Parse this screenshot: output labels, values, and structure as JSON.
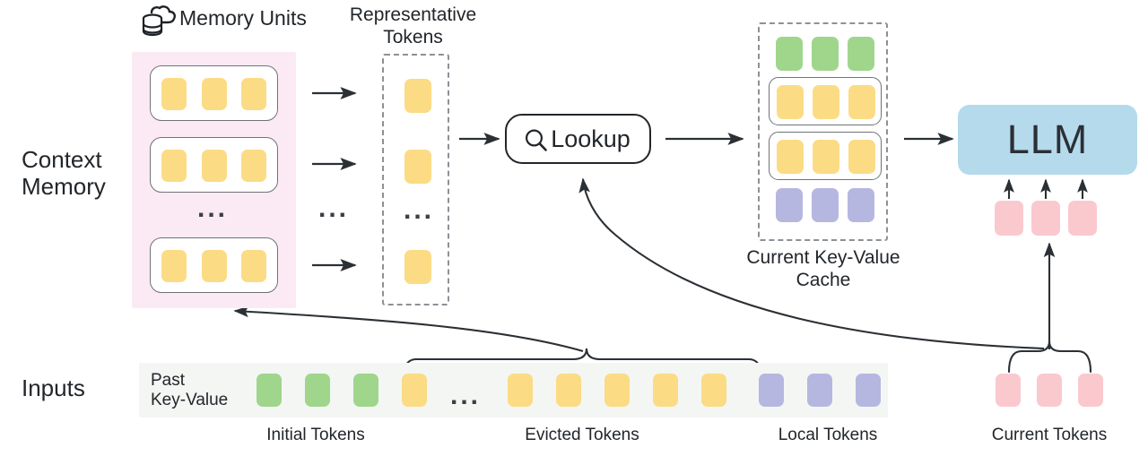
{
  "diagram": {
    "title_row": {
      "memory_units_label": "Memory Units",
      "memory_units_icon": "cloud-database-icon",
      "representative_tokens_label": "Representative\nTokens"
    },
    "row_labels": {
      "context_memory": "Context\nMemory",
      "inputs": "Inputs"
    },
    "context_memory": {
      "ellipsis": "...",
      "units": [
        {
          "id": "unit-1",
          "tokens": [
            "yellow",
            "yellow",
            "yellow"
          ]
        },
        {
          "id": "unit-2",
          "tokens": [
            "yellow",
            "yellow",
            "yellow"
          ]
        },
        {
          "id": "unit-3",
          "tokens": [
            "yellow",
            "yellow",
            "yellow"
          ]
        }
      ]
    },
    "representative_tokens": {
      "ellipsis": "...",
      "tokens": [
        "yellow",
        "yellow",
        "yellow"
      ],
      "between_ellipsis": "..."
    },
    "lookup": {
      "label": "Lookup",
      "icon": "magnifier-icon"
    },
    "kv_cache": {
      "caption": "Current Key-Value\nCache",
      "rows": [
        {
          "id": "initial-row",
          "color": "green",
          "boxed": false,
          "count": 3
        },
        {
          "id": "retrieved-row",
          "color": "yellow",
          "boxed": true,
          "count": 3
        },
        {
          "id": "evicted-row",
          "color": "yellow",
          "boxed": true,
          "count": 3
        },
        {
          "id": "local-row",
          "color": "purple",
          "boxed": false,
          "count": 3
        }
      ]
    },
    "llm": {
      "label": "LLM",
      "input_tokens": [
        "red",
        "red",
        "red"
      ]
    },
    "inputs": {
      "past_key_value_label": "Past\nKey-Value",
      "ellipsis": "...",
      "sequence": [
        {
          "color": "green"
        },
        {
          "color": "green"
        },
        {
          "color": "green"
        },
        {
          "color": "yellow"
        },
        {
          "color": "ellipsis"
        },
        {
          "color": "yellow"
        },
        {
          "color": "yellow"
        },
        {
          "color": "yellow"
        },
        {
          "color": "yellow"
        },
        {
          "color": "yellow"
        },
        {
          "color": "purple"
        },
        {
          "color": "purple"
        },
        {
          "color": "purple"
        }
      ],
      "current_tokens": [
        "red",
        "red",
        "red"
      ],
      "captions": {
        "initial": "Initial Tokens",
        "evicted": "Evicted Tokens",
        "local": "Local Tokens",
        "current": "Current Tokens"
      }
    },
    "colors": {
      "yellow": "#fbdb84",
      "green": "#9fd68c",
      "purple": "#b6b7e0",
      "red": "#fac9ce",
      "llm_blue": "#b4daec",
      "pink_panel": "#fbeaf4",
      "gray_band": "#f4f6f4",
      "stroke": "#2b3035"
    }
  }
}
